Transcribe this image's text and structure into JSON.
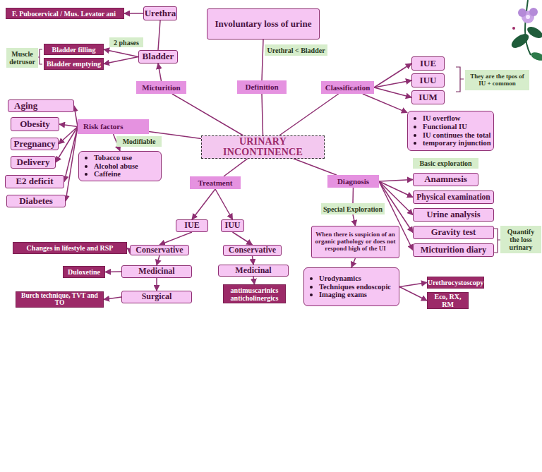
{
  "diagram": {
    "nodes": [
      {
        "text": [
          "F. Pubocervical / Mus. Levator ani"
        ]
      },
      {
        "text": [
          "Urethra"
        ]
      },
      {
        "text": [
          "Involuntary loss of urine"
        ]
      },
      {
        "text": [
          "2 phases"
        ]
      },
      {
        "text": [
          "Muscle detrusor"
        ]
      },
      {
        "text": [
          "Bladder filling"
        ]
      },
      {
        "text": [
          "Bladder emptying"
        ]
      },
      {
        "text": [
          "Bladder"
        ]
      },
      {
        "text": [
          "Urethral < Bladder"
        ]
      },
      {
        "text": [
          "IUE"
        ]
      },
      {
        "text": [
          "IUU"
        ]
      },
      {
        "text": [
          "IUM"
        ]
      },
      {
        "text": [
          "They are the tpos of IU + common"
        ]
      },
      {
        "text": [
          "Micturition"
        ]
      },
      {
        "text": [
          "Definition"
        ]
      },
      {
        "text": [
          "Classification"
        ]
      },
      {
        "text": [
          "Aging"
        ]
      },
      {
        "text": [
          "Risk factors"
        ]
      },
      {
        "text": [
          "Obesity"
        ]
      },
      {
        "text": [
          "IU overflow",
          "Functional IU",
          "IU continues the total",
          "temporary injunction"
        ]
      },
      {
        "text": [
          "Modifiable"
        ]
      },
      {
        "text": [
          "Pregnancy"
        ]
      },
      {
        "text": [
          "URINARY INCONTINENCE"
        ]
      },
      {
        "text": [
          "Tobacco use",
          "Alcohol abuse",
          "Caffeine"
        ]
      },
      {
        "text": [
          "Delivery"
        ]
      },
      {
        "text": [
          "Basic exploration"
        ]
      },
      {
        "text": [
          "Treatment"
        ]
      },
      {
        "text": [
          "Diagnosis"
        ]
      },
      {
        "text": [
          "Anamnesis"
        ]
      },
      {
        "text": [
          "E2 deficit"
        ]
      },
      {
        "text": [
          "Diabetes"
        ]
      },
      {
        "text": [
          "Physical examination"
        ]
      },
      {
        "text": [
          "Special Exploration"
        ]
      },
      {
        "text": [
          "Urine analysis"
        ]
      },
      {
        "text": [
          "IUE"
        ]
      },
      {
        "text": [
          "IUU"
        ]
      },
      {
        "text": [
          "Gravity test"
        ]
      },
      {
        "text": [
          "When there is suspicion of an organic pathology or does not respond high of the UI"
        ]
      },
      {
        "text": [
          "Quantify the loss urinary"
        ]
      },
      {
        "text": [
          "Changes in lifestyle and RSP"
        ]
      },
      {
        "text": [
          "Conservative"
        ]
      },
      {
        "text": [
          "Conservative"
        ]
      },
      {
        "text": [
          "Micturition diary"
        ]
      },
      {
        "text": [
          "Duloxetine"
        ]
      },
      {
        "text": [
          "Medicinal"
        ]
      },
      {
        "text": [
          "Medicinal"
        ]
      },
      {
        "text": [
          "Urodynamics",
          "Techniques endoscopic",
          "Imaging exams"
        ]
      },
      {
        "text": [
          "Urethrocystoscopy"
        ]
      },
      {
        "text": [
          "antimuscarinics anticholinergics"
        ]
      },
      {
        "text": [
          "Burch technique, TVT and TO"
        ]
      },
      {
        "text": [
          "Surgical"
        ]
      },
      {
        "text": [
          "Eco, RX, RM"
        ]
      }
    ],
    "edges": [
      {
        "from": 22,
        "to": 13,
        "arrow": "none"
      },
      {
        "from": 13,
        "to": 7,
        "arrow": "to"
      },
      {
        "from": 7,
        "to": 1,
        "arrow": "none"
      },
      {
        "from": 1,
        "to": 0,
        "arrow": "to"
      },
      {
        "from": 7,
        "to": 5,
        "arrow": "to"
      },
      {
        "from": 7,
        "to": 6,
        "arrow": "to"
      },
      {
        "from": 22,
        "to": 14,
        "arrow": "none"
      },
      {
        "from": 14,
        "to": 2,
        "arrow": "none"
      },
      {
        "from": 22,
        "to": 15,
        "arrow": "none"
      },
      {
        "from": 15,
        "to": 9,
        "arrow": "to"
      },
      {
        "from": 15,
        "to": 10,
        "arrow": "to"
      },
      {
        "from": 15,
        "to": 11,
        "arrow": "to"
      },
      {
        "from": 15,
        "to": 19,
        "arrow": "to"
      },
      {
        "from": 22,
        "to": 17,
        "arrow": "none"
      },
      {
        "from": 17,
        "to": 16,
        "arrow": "to"
      },
      {
        "from": 17,
        "to": 18,
        "arrow": "to"
      },
      {
        "from": 17,
        "to": 21,
        "arrow": "to"
      },
      {
        "from": 17,
        "to": 24,
        "arrow": "to"
      },
      {
        "from": 17,
        "to": 29,
        "arrow": "to"
      },
      {
        "from": 17,
        "to": 30,
        "arrow": "to"
      },
      {
        "from": 17,
        "to": 23,
        "arrow": "to"
      },
      {
        "from": 22,
        "to": 26,
        "arrow": "none"
      },
      {
        "from": 26,
        "to": 34,
        "arrow": "to"
      },
      {
        "from": 26,
        "to": 35,
        "arrow": "to"
      },
      {
        "from": 34,
        "to": 40,
        "arrow": "to"
      },
      {
        "from": 40,
        "to": 44,
        "arrow": "to"
      },
      {
        "from": 44,
        "to": 50,
        "arrow": "to"
      },
      {
        "from": 40,
        "to": 39,
        "arrow": "to"
      },
      {
        "from": 44,
        "to": 43,
        "arrow": "to"
      },
      {
        "from": 50,
        "to": 49,
        "arrow": "to"
      },
      {
        "from": 35,
        "to": 41,
        "arrow": "to"
      },
      {
        "from": 41,
        "to": 45,
        "arrow": "to"
      },
      {
        "from": 45,
        "to": 48,
        "arrow": "to"
      },
      {
        "from": 22,
        "to": 27,
        "arrow": "none"
      },
      {
        "from": 27,
        "to": 28,
        "arrow": "to"
      },
      {
        "from": 27,
        "to": 31,
        "arrow": "to"
      },
      {
        "from": 27,
        "to": 33,
        "arrow": "to"
      },
      {
        "from": 27,
        "to": 36,
        "arrow": "to"
      },
      {
        "from": 27,
        "to": 42,
        "arrow": "to"
      },
      {
        "from": 27,
        "to": 32,
        "arrow": "none"
      },
      {
        "from": 32,
        "to": 37,
        "arrow": "to"
      },
      {
        "from": 37,
        "to": 46,
        "arrow": "to"
      },
      {
        "from": 46,
        "to": 47,
        "arrow": "to"
      },
      {
        "from": 46,
        "to": 51,
        "arrow": "to"
      }
    ]
  }
}
